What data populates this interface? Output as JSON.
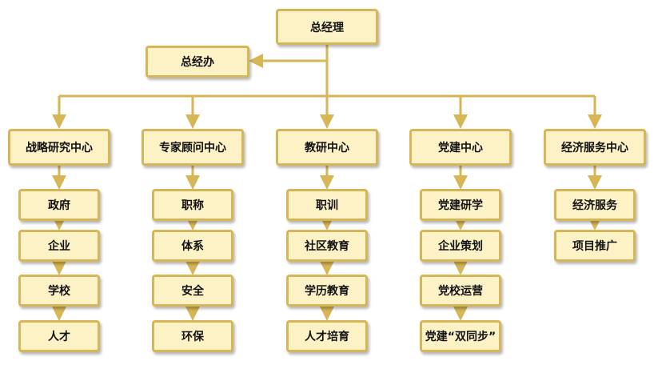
{
  "root": {
    "label": "总经理"
  },
  "office": {
    "label": "总经办"
  },
  "centers": [
    {
      "label": "战略研究中心",
      "items": [
        "政府",
        "企业",
        "学校",
        "人才"
      ]
    },
    {
      "label": "专家顾问中心",
      "items": [
        "职称",
        "体系",
        "安全",
        "环保"
      ]
    },
    {
      "label": "教研中心",
      "items": [
        "职训",
        "社区教育",
        "学历教育",
        "人才培育"
      ]
    },
    {
      "label": "党建中心",
      "items": [
        "党建研学",
        "企业策划",
        "党校运营",
        "党建“双同步”"
      ]
    },
    {
      "label": "经济服务中心",
      "items": [
        "经济服务",
        "项目推广"
      ]
    }
  ],
  "colors": {
    "node_fill": "#fdf2c6",
    "node_border": "#d6b656",
    "connector": "#d6b656"
  }
}
